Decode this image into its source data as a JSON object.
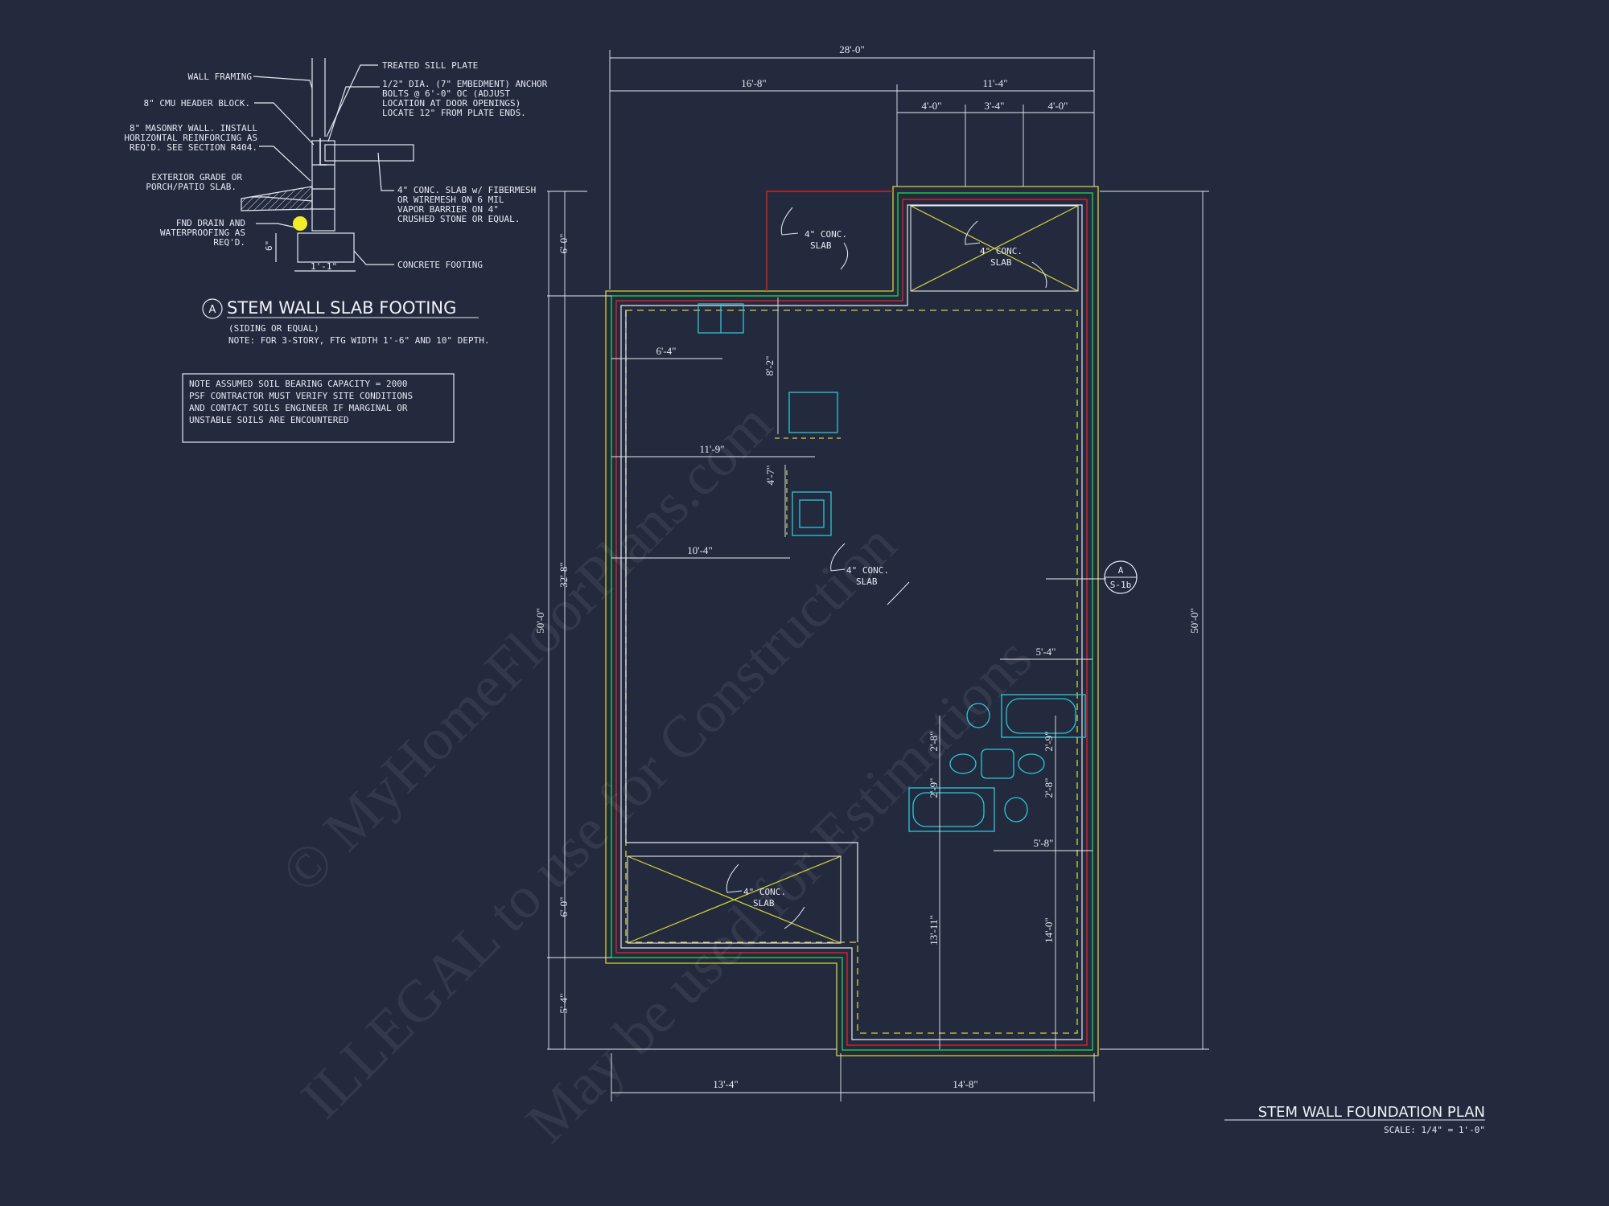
{
  "detail": {
    "callout": "A",
    "title": "STEM WALL SLAB FOOTING",
    "subtitle": "(SIDING OR EQUAL)",
    "note": "NOTE: FOR 3-STORY, FTG WIDTH 1'-6\" AND 10\" DEPTH.",
    "labels": {
      "wall_framing": "WALL FRAMING",
      "cmu_header": "8\" CMU HEADER BLOCK.",
      "masonry_1": "8\" MASONRY WALL. INSTALL",
      "masonry_2": "HORIZONTAL REINFORCING AS",
      "masonry_3": "REQ'D. SEE SECTION R404.",
      "grade_1": "EXTERIOR GRADE OR",
      "grade_2": "PORCH/PATIO SLAB.",
      "drain_1": "FND DRAIN AND",
      "drain_2": "WATERPROOFING AS",
      "drain_3": "REQ'D.",
      "sill": "TREATED SILL PLATE",
      "anchor_1": "1/2\" DIA. (7\" EMBEDMENT) ANCHOR",
      "anchor_2": "BOLTS @ 6'-0\" OC (ADJUST",
      "anchor_3": "LOCATION AT DOOR OPENINGS)",
      "anchor_4": "LOCATE 12\" FROM PLATE ENDS.",
      "slab_1": "4\" CONC. SLAB w/ FIBERMESH",
      "slab_2": "OR WIREMESH ON 6 MIL",
      "slab_3": "VAPOR BARRIER ON 4\"",
      "slab_4": "CRUSHED STONE OR EQUAL.",
      "footing": "CONCRETE FOOTING",
      "dim_depth": "6\"",
      "dim_width": "1'-1\""
    }
  },
  "soil_note": [
    "NOTE ASSUMED SOIL BEARING CAPACITY = 2000",
    "PSF CONTRACTOR MUST VERIFY SITE CONDITIONS",
    "AND CONTACT SOILS ENGINEER IF MARGINAL OR",
    "UNSTABLE SOILS ARE ENCOUNTERED"
  ],
  "plan": {
    "title": "STEM WALL FOUNDATION PLAN",
    "scale": "SCALE: 1/4\" = 1'-0\"",
    "section_marker": {
      "letter": "A",
      "sheet": "S-1b"
    },
    "slab_label_1": "4\" CONC.",
    "slab_label_2": "SLAB",
    "dims": {
      "overall_width": "28'-0\"",
      "left_width": "16'-8\"",
      "right_width": "11'-4\"",
      "seg_a": "4'-0\"",
      "seg_b": "3'-4\"",
      "seg_c": "4'-0\"",
      "top_porch": "6'-0\"",
      "main_left": "32'-8\"",
      "bottom_porch": "6'-0\"",
      "bottom_step": "5'-4\"",
      "overall_depth_left": "50'-0\"",
      "overall_depth_right": "50'-0\"",
      "d_6_4": "6'-4\"",
      "d_8_2": "8'-2\"",
      "d_11_9": "11'-9\"",
      "d_4_7": "4'-7\"",
      "d_10_4": "10'-4\"",
      "d_5_4": "5'-4\"",
      "d_2_8a": "2'-8\"",
      "d_2_9a": "2'-9\"",
      "d_2_9b": "2'-9\"",
      "d_2_8b": "2'-8\"",
      "d_5_8": "5'-8\"",
      "d_13_11": "13'-11\"",
      "d_14_0": "14'-0\"",
      "bottom_left": "13'-4\"",
      "bottom_right": "14'-8\""
    }
  },
  "watermark": {
    "line1": "© MyHomeFloorPlans.com",
    "line2": "ILLEGAL to use for Construction",
    "line3": "May be used for Estimations"
  },
  "colors": {
    "background": "#232a3d",
    "line": "#e6e9f2",
    "green": "#21c24a",
    "red": "#d0232a",
    "yellow": "#d6d43a",
    "cyan": "#2fc6d8",
    "drain_dot": "#f3ec2a"
  }
}
